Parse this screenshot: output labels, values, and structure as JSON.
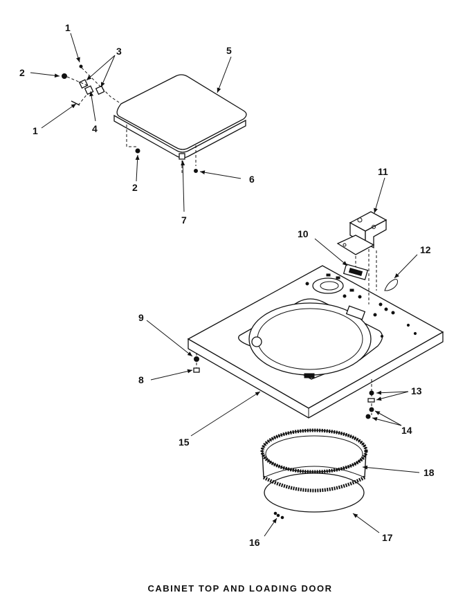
{
  "caption": "CABINET TOP AND LOADING DOOR",
  "callouts": [
    {
      "id": "c1a",
      "text": "1"
    },
    {
      "id": "c1b",
      "text": "1"
    },
    {
      "id": "c2a",
      "text": "2"
    },
    {
      "id": "c2b",
      "text": "2"
    },
    {
      "id": "c3",
      "text": "3"
    },
    {
      "id": "c4",
      "text": "4"
    },
    {
      "id": "c5",
      "text": "5"
    },
    {
      "id": "c6",
      "text": "6"
    },
    {
      "id": "c7",
      "text": "7"
    },
    {
      "id": "c8",
      "text": "8"
    },
    {
      "id": "c9",
      "text": "9"
    },
    {
      "id": "c10",
      "text": "10"
    },
    {
      "id": "c11",
      "text": "11"
    },
    {
      "id": "c12",
      "text": "12"
    },
    {
      "id": "c13",
      "text": "13"
    },
    {
      "id": "c14",
      "text": "14"
    },
    {
      "id": "c15",
      "text": "15"
    },
    {
      "id": "c16",
      "text": "16"
    },
    {
      "id": "c17",
      "text": "17"
    },
    {
      "id": "c18",
      "text": "18"
    }
  ]
}
